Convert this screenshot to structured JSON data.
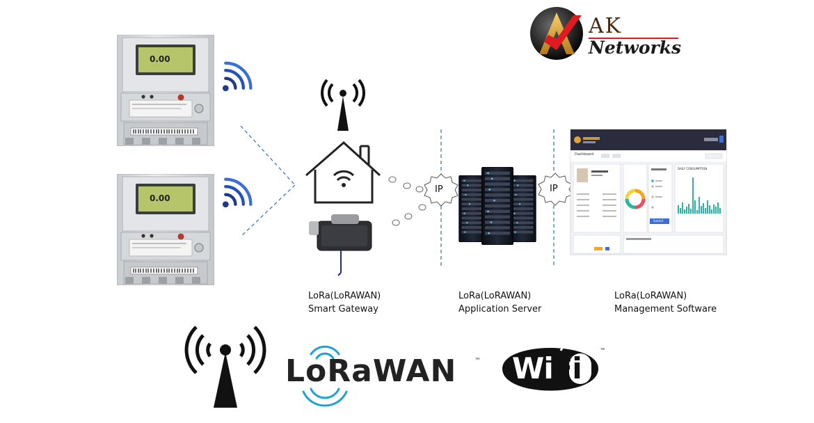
{
  "brand": {
    "ak": "AK",
    "networks": "Networks"
  },
  "captions": {
    "gateway": {
      "line1": "LoRa(LoRAWAN)",
      "line2": "Smart Gateway"
    },
    "server": {
      "line1": "LoRa(LoRAWAN)",
      "line2": "Application Server"
    },
    "software": {
      "line1": "LoRa(LoRAWAN)",
      "line2": "Management Software"
    }
  },
  "links": {
    "ip_left": "IP",
    "ip_right": "IP"
  },
  "meters": [
    {
      "reading": "0.00"
    },
    {
      "reading": "0.00"
    }
  ],
  "logos": {
    "lorawan": "LoRaWAN",
    "lorawan_tm": "™",
    "wifi": "WiFi",
    "wifi_tm": "™"
  },
  "dashboard": {
    "nav_title": "Dashboard",
    "daily_title": "DAILY CONSUMPTION",
    "submit_label": "Submit"
  },
  "colors": {
    "accent_teal": "#26b5a4",
    "dash_navy": "#2a2c3e",
    "brand_red": "#e01a22",
    "lorawan_blue": "#1aa2d8",
    "meter_lcd": "#b6c46a"
  }
}
